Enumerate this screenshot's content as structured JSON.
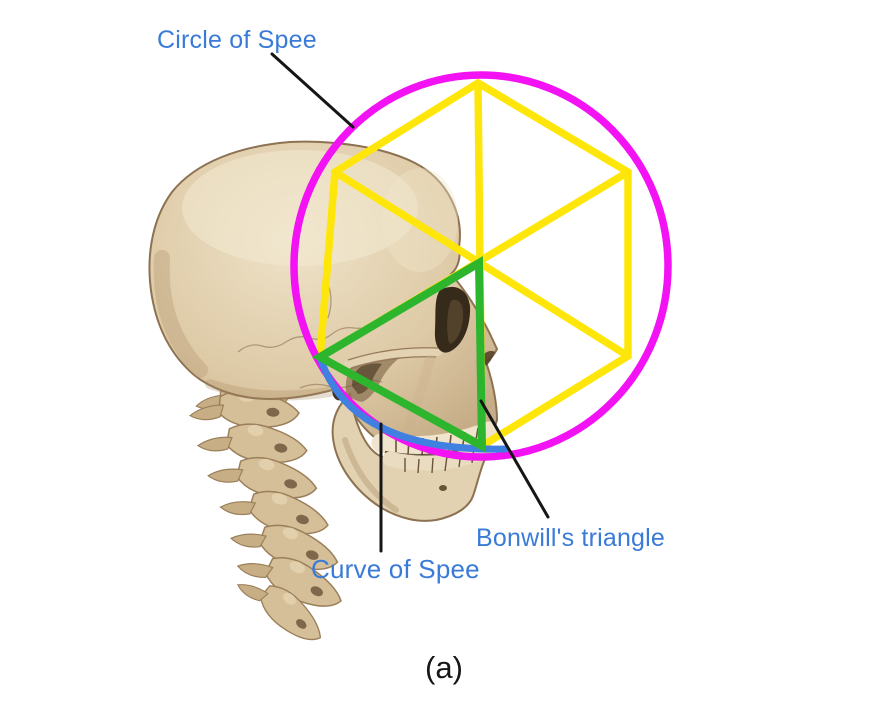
{
  "figure": {
    "caption": "(a)",
    "labels": {
      "circle_of_spee": "Circle of Spee",
      "curve_of_spee": "Curve of Spee",
      "bonwills_triangle": "Bonwill's triangle"
    },
    "colors": {
      "circle_of_spee": "#f312f3",
      "hexagon": "#ffe60a",
      "bonwills_triangle": "#2db52d",
      "curve_of_spee": "#3f80e0",
      "label_text": "#3a7bd8",
      "pointer": "#161616",
      "bone": "#ddcaa6",
      "background": "#ffffff"
    }
  }
}
